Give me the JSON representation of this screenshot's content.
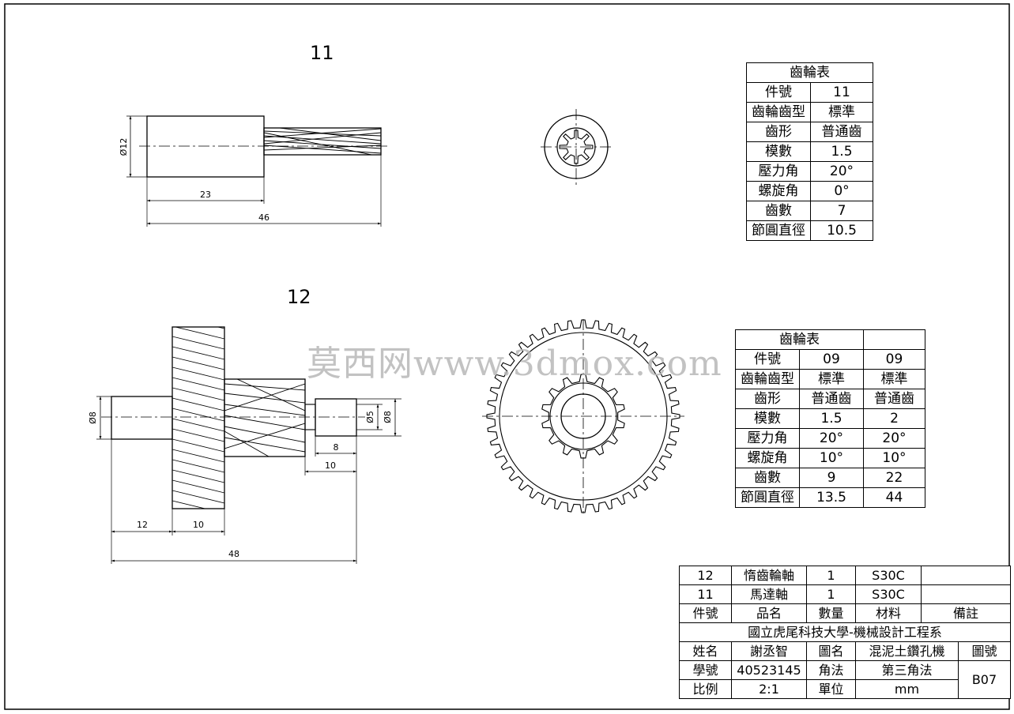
{
  "part11": {
    "label": "11",
    "dims": {
      "diameter": "Ø12",
      "len1": "23",
      "len_total": "46"
    },
    "table": {
      "title": "齒輪表",
      "rows": [
        [
          "件號",
          "11"
        ],
        [
          "齒輪齒型",
          "標準"
        ],
        [
          "齒形",
          "普通齒"
        ],
        [
          "模數",
          "1.5"
        ],
        [
          "壓力角",
          "20°"
        ],
        [
          "螺旋角",
          "0°"
        ],
        [
          "齒數",
          "7"
        ],
        [
          "節圓直徑",
          "10.5"
        ]
      ]
    }
  },
  "part12": {
    "label": "12",
    "dims": {
      "d_left": "Ø8",
      "d_right_small": "Ø5",
      "d_right": "Ø8",
      "len_hub": "8",
      "len_hub2": "10",
      "len_shaft": "12",
      "len_gear": "10",
      "len_total": "48"
    },
    "table": {
      "title": "齒輪表",
      "rows": [
        [
          "件號",
          "09",
          "09"
        ],
        [
          "齒輪齒型",
          "標準",
          "標準"
        ],
        [
          "齒形",
          "普通齒",
          "普通齒"
        ],
        [
          "模數",
          "1.5",
          "2"
        ],
        [
          "壓力角",
          "20°",
          "20°"
        ],
        [
          "螺旋角",
          "10°",
          "10°"
        ],
        [
          "齒數",
          "9",
          "22"
        ],
        [
          "節圓直徑",
          "13.5",
          "44"
        ]
      ]
    }
  },
  "watermark": "莫西网www.3dmox.com",
  "title_block": {
    "parts": [
      [
        "12",
        "惰齒輪軸",
        "1",
        "S30C",
        ""
      ],
      [
        "11",
        "馬達軸",
        "1",
        "S30C",
        ""
      ]
    ],
    "header": [
      "件號",
      "品名",
      "數量",
      "材料",
      "備註"
    ],
    "school": "國立虎尾科技大學-機械設計工程系",
    "name_label": "姓名",
    "name": "謝丞智",
    "drawing_label": "圖名",
    "drawing": "混泥土鑽孔機",
    "number_label": "圖號",
    "number": "B07",
    "id_label": "學號",
    "id": "40523145",
    "angle_label": "角法",
    "angle": "第三角法",
    "scale_label": "比例",
    "scale": "2:1",
    "unit_label": "單位",
    "unit": "mm"
  }
}
